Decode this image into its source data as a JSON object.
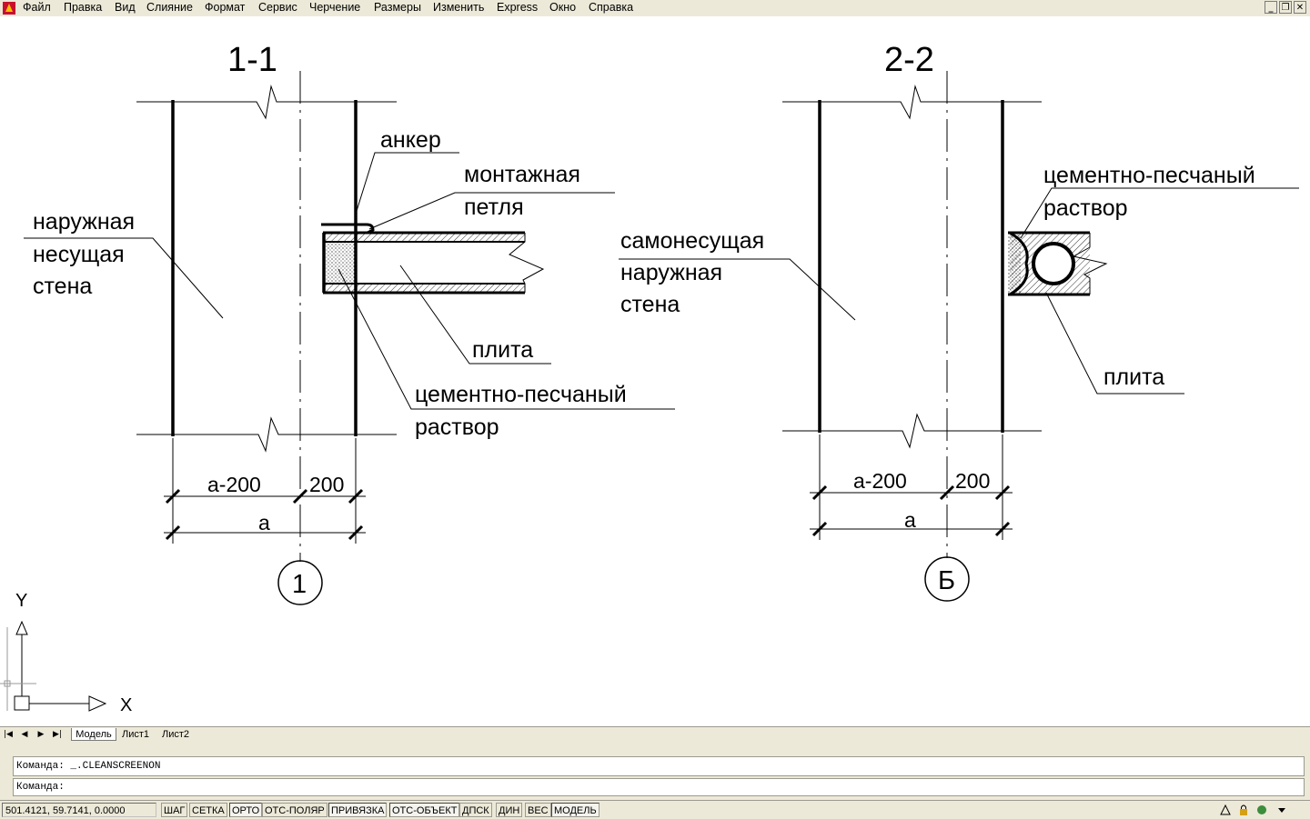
{
  "menu": [
    "Файл",
    "Правка",
    "Вид",
    "Слияние",
    "Формат",
    "Сервис",
    "Черчение",
    "Размеры",
    "Изменить",
    "Express",
    "Окно",
    "Справка"
  ],
  "window_buttons": {
    "minimize": "_",
    "restore": "❐",
    "close": "✕"
  },
  "drawing": {
    "section1": {
      "title": "1-1",
      "labels": {
        "anchor": "анкер",
        "loop_1": "монтажная",
        "loop_2": "петля",
        "wall_1": "наружная",
        "wall_2": "несущая",
        "wall_3": "стена",
        "slab": "плита",
        "mortar_1": "цементно-песчаный",
        "mortar_2": "раствор"
      },
      "dims": {
        "d1": "а-200",
        "d2": "200",
        "d3": "а"
      },
      "axis": "1"
    },
    "section2": {
      "title": "2-2",
      "labels": {
        "wall_1": "самонесущая",
        "wall_2": "наружная",
        "wall_3": "стена",
        "mortar_1": "цементно-песчаный",
        "mortar_2": "раствор",
        "slab": "плита"
      },
      "dims": {
        "d1": "а-200",
        "d2": "200",
        "d3": "а"
      },
      "axis": "Б"
    },
    "ucs": {
      "x": "X",
      "y": "Y"
    }
  },
  "tabs": {
    "nav": [
      "|◀",
      "◀",
      "▶",
      "▶|"
    ],
    "items": [
      "Модель",
      "Лист1",
      "Лист2"
    ],
    "active": "Модель"
  },
  "command": {
    "history": "Команда:  _.CLEANSCREENON",
    "prompt": "Команда:"
  },
  "status": {
    "coords": "501.4121, 59.7141, 0.0000",
    "buttons": [
      "ШАГ",
      "СЕТКА",
      "ОРТО",
      "ОТС-ПОЛЯР",
      "ПРИВЯЗКА",
      "ОТС-ОБЪЕКТ",
      "ДПСК",
      "ДИН",
      "ВЕС",
      "МОДЕЛЬ"
    ],
    "active": [
      "ОРТО",
      "ПРИВЯЗКА",
      "ОТС-ОБЪЕКТ",
      "МОДЕЛЬ"
    ]
  }
}
